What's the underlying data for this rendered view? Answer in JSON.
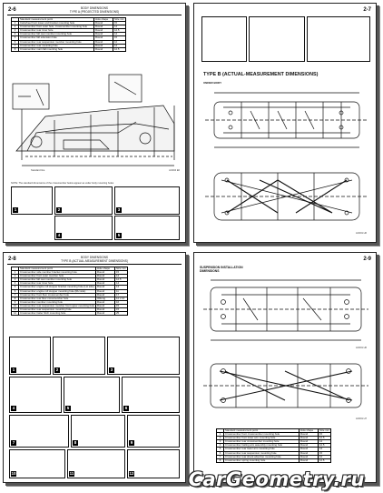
{
  "pages": [
    {
      "number": "2-6",
      "header": [
        "BODY DIMENSIONS",
        "TYPE A (PROJECTED DIMENSIONS)"
      ],
      "table": [
        [
          "",
          "Standard measurement point",
          "Hole shape",
          "Size mm"
        ],
        [
          "1",
          "Cartwheel front lower end bracket mounting hole",
          "Round",
          "15"
        ],
        [
          "2",
          "Crossmember front outer hole, crossmember mounting hole",
          "Round",
          "14"
        ],
        [
          "3",
          "Crossmember rear inner hole",
          "Round",
          "12.5"
        ],
        [
          "4",
          "Crossmember fall rear member mounting hole",
          "Round",
          "14"
        ],
        [
          "5",
          "Crossmember fall extension hole",
          "Round",
          "15"
        ],
        [
          "6",
          "Crossmember rear suspension member mounting hole",
          "Round",
          "12"
        ],
        [
          "7",
          "Crossmember rear mounting hole",
          "Round",
          "14"
        ],
        [
          "8",
          "Crossmember main fall mounting hole",
          "Round",
          "12.5"
        ]
      ],
      "note": "NOTE: The standard dimensions of the crossmember below appear as under body mounting holes",
      "photo_labels": [
        "1",
        "2",
        "3",
        "4",
        "5"
      ],
      "drawing_label": "Standard line",
      "code": "AC004 E6"
    },
    {
      "number": "2-7",
      "title": "TYPE B (ACTUAL-MEASUREMENT DIMENSIONS)",
      "subtitle": "UNDER BODY",
      "code": "AC001 H6"
    },
    {
      "number": "2-8",
      "header": [
        "BODY DIMENSIONS",
        "TYPE B (ACTUAL-MEASUREMENT DIMENSIONS)"
      ],
      "table": [
        [
          "",
          "Standard measurement point",
          "Hole shape",
          "Size mm"
        ],
        [
          "1",
          "Crossmember side member bracket mounting hole",
          "Round",
          "15"
        ],
        [
          "2",
          "Crossmember front outer member hole",
          "Round",
          "14"
        ],
        [
          "3",
          "Crossmember fall rear member mounting hole",
          "Round",
          "12.5"
        ],
        [
          "4",
          "Crossmember rear inner hole",
          "Round",
          "14"
        ],
        [
          "5",
          "Crossmember engine roll stopper bracket mounting hole (LH side)",
          "Round",
          "14"
        ],
        [
          "6",
          "Crossmember engine roll stopper mounting hole (RH side)",
          "Round",
          "11"
        ],
        [
          "7",
          "Crossmember front floor crossmember hole",
          "Round",
          "17"
        ],
        [
          "8",
          "Crossmember rear floor crossmember hole",
          "Oblong",
          "12 x 14"
        ],
        [
          "9",
          "Crossmember member mounting hole",
          "Round",
          "16"
        ],
        [
          "10",
          "Crossmember rear suspension member front upper mounting hole",
          "Round",
          "15"
        ],
        [
          "11",
          "Crossmember rear suspension mounting hole",
          "Round",
          "15"
        ],
        [
          "12",
          "Crossmember trailer hitch mounting hole",
          "Round",
          "25"
        ]
      ],
      "photo_labels": [
        "1",
        "2",
        "3",
        "4",
        "5",
        "6",
        "7",
        "8",
        "9",
        "10",
        "11",
        "12"
      ]
    },
    {
      "number": "2-9",
      "title": "SUSPENSION INSTALLATION DIMENSIONS",
      "codes": [
        "AC001 H6",
        "AC001 H7"
      ],
      "table": [
        [
          "",
          "Standard measurement point",
          "Hole shape",
          "Size mm"
        ],
        [
          "1",
          "Crossmember front crossmember mounting hole",
          "Round",
          "15"
        ],
        [
          "2",
          "Crossmember front lower arm mounting hole",
          "Round",
          "12.5"
        ],
        [
          "3",
          "Crossmember rear crossmember mounting hole",
          "Round",
          "14"
        ],
        [
          "4",
          "Crossmember trailing arm assembly mounting hole",
          "Round",
          "12.5"
        ],
        [
          "5",
          "Crossmember rear lower arm mounting hole",
          "Round",
          "14"
        ],
        [
          "6",
          "Crossmember rear suspension mounting hole",
          "Round",
          "15"
        ],
        [
          "7",
          "Crossmember rear shock absorber mounting hole",
          "Round",
          "12"
        ],
        [
          "8",
          "Crossmember spring mounting hole",
          "Round",
          "12.5"
        ]
      ]
    }
  ],
  "watermark": "CarGeometry.ru",
  "colors": {
    "ink": "#111111",
    "page": "#ffffff"
  }
}
